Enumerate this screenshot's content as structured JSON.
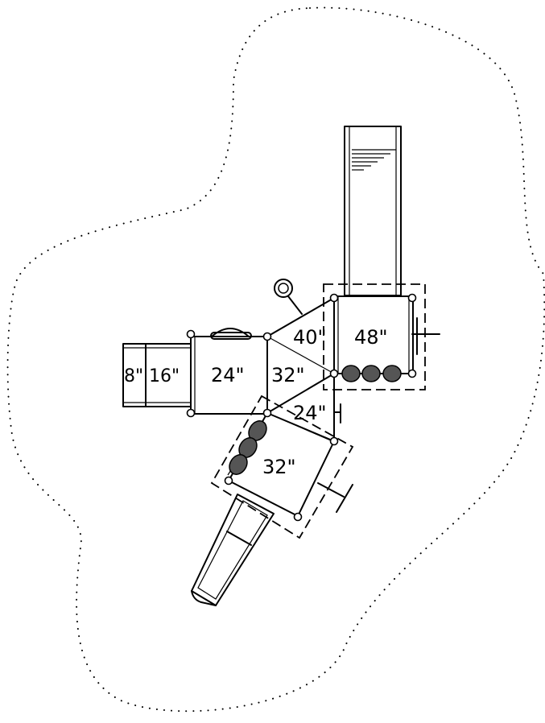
{
  "labels": {
    "step_8": "8\"",
    "step_16": "16\"",
    "deck_24": "24\"",
    "deck_32_center": "32\"",
    "deck_40": "40\"",
    "deck_48": "48\"",
    "deck_24_lower": "24\"",
    "deck_32_lower": "32\""
  },
  "colors": {
    "line": "#000000",
    "background": "#ffffff"
  }
}
